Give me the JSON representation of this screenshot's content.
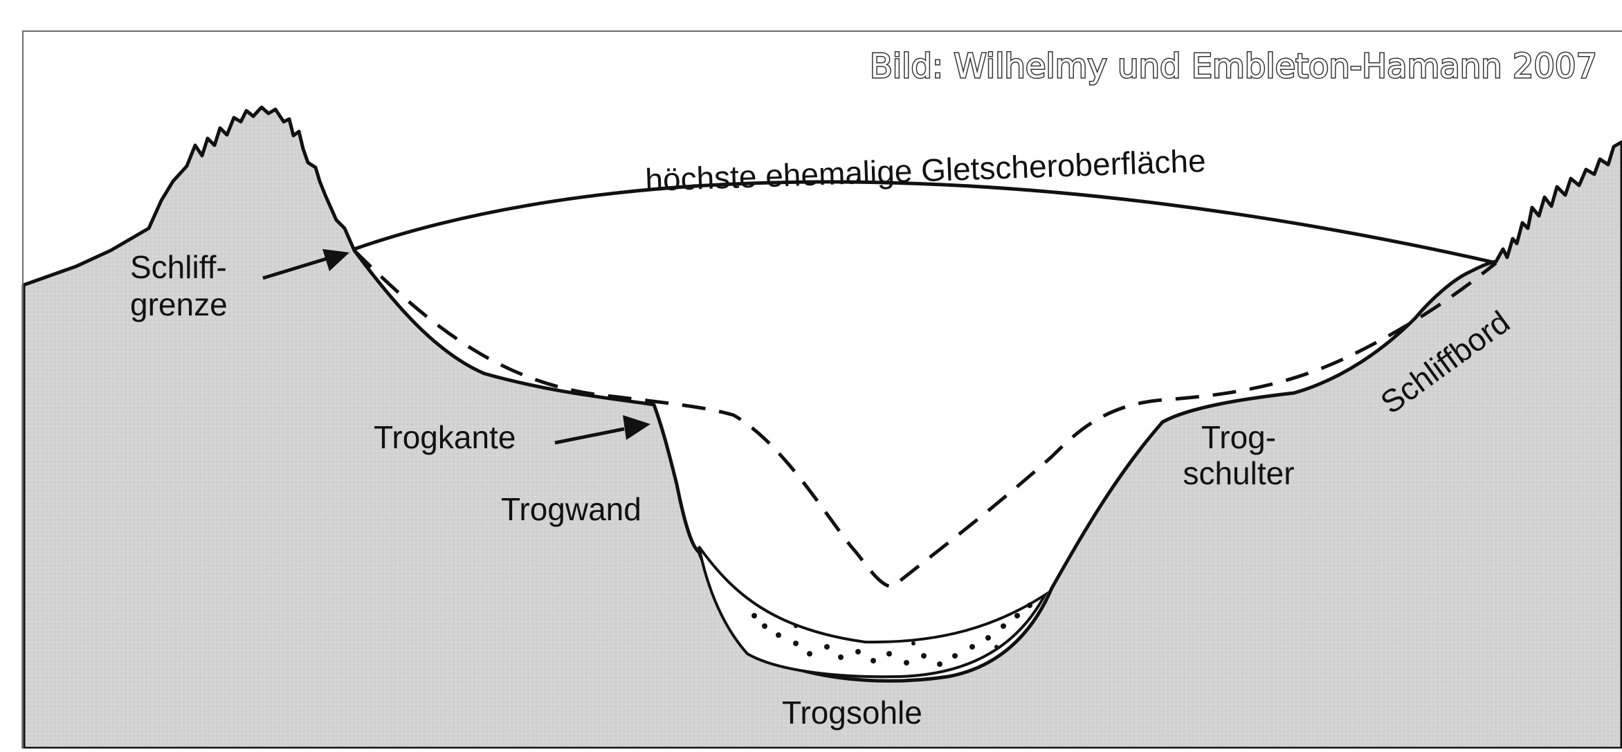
{
  "credit": "Bild: Wilhelmy und Embleton-Hamann 2007",
  "labels": {
    "glacier_surface": "höchste ehemalige Gletscheroberfläche",
    "schliffgrenze_line1": "Schliff-",
    "schliffgrenze_line2": "grenze",
    "trogkante": "Trogkante",
    "trogwand": "Trogwand",
    "trogsohle": "Trogsohle",
    "trogschulter_line1": "Trog-",
    "trogschulter_line2": "schulter",
    "schliffbord": "Schliffbord"
  },
  "colors": {
    "rock_fill": "#d3d3d3",
    "outline": "#111111",
    "background": "#ffffff",
    "credit_text": "#ffffff"
  }
}
